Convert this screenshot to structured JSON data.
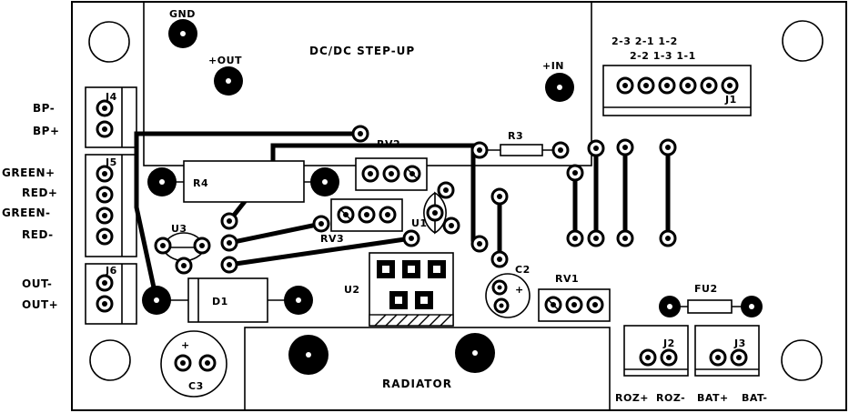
{
  "labels": {
    "gnd": "GND",
    "out_plus": "+OUT",
    "in_plus": "+IN",
    "dcdc": "DC/DC STEP-UP",
    "j1": "J1",
    "j1_top": "2-3  2-1  1-2",
    "j1_bot": "2-2  1-3  1-1",
    "j4": "J4",
    "j5": "J5",
    "j6": "J6",
    "j2": "J2",
    "j3": "J3",
    "bp_minus": "BP-",
    "bp_plus": "BP+",
    "green_plus": "GREEN+",
    "red_plus": "RED+",
    "green_minus": "GREEN-",
    "red_minus": "RED-",
    "out_minus": "OUT-",
    "out_plus_side": "OUT+",
    "rv1": "RV1",
    "rv2": "RV2",
    "rv3": "RV3",
    "r3": "R3",
    "r4": "R4",
    "u1": "U1",
    "u2": "U2",
    "u3": "U3",
    "c2": "C2",
    "c3": "C3",
    "c_plus": "+",
    "d1": "D1",
    "fu2": "FU2",
    "radiator": "RADIATOR",
    "roz_plus": "ROZ+",
    "roz_minus": "ROZ-",
    "bat_plus": "BAT+",
    "bat_minus": "BAT-"
  }
}
